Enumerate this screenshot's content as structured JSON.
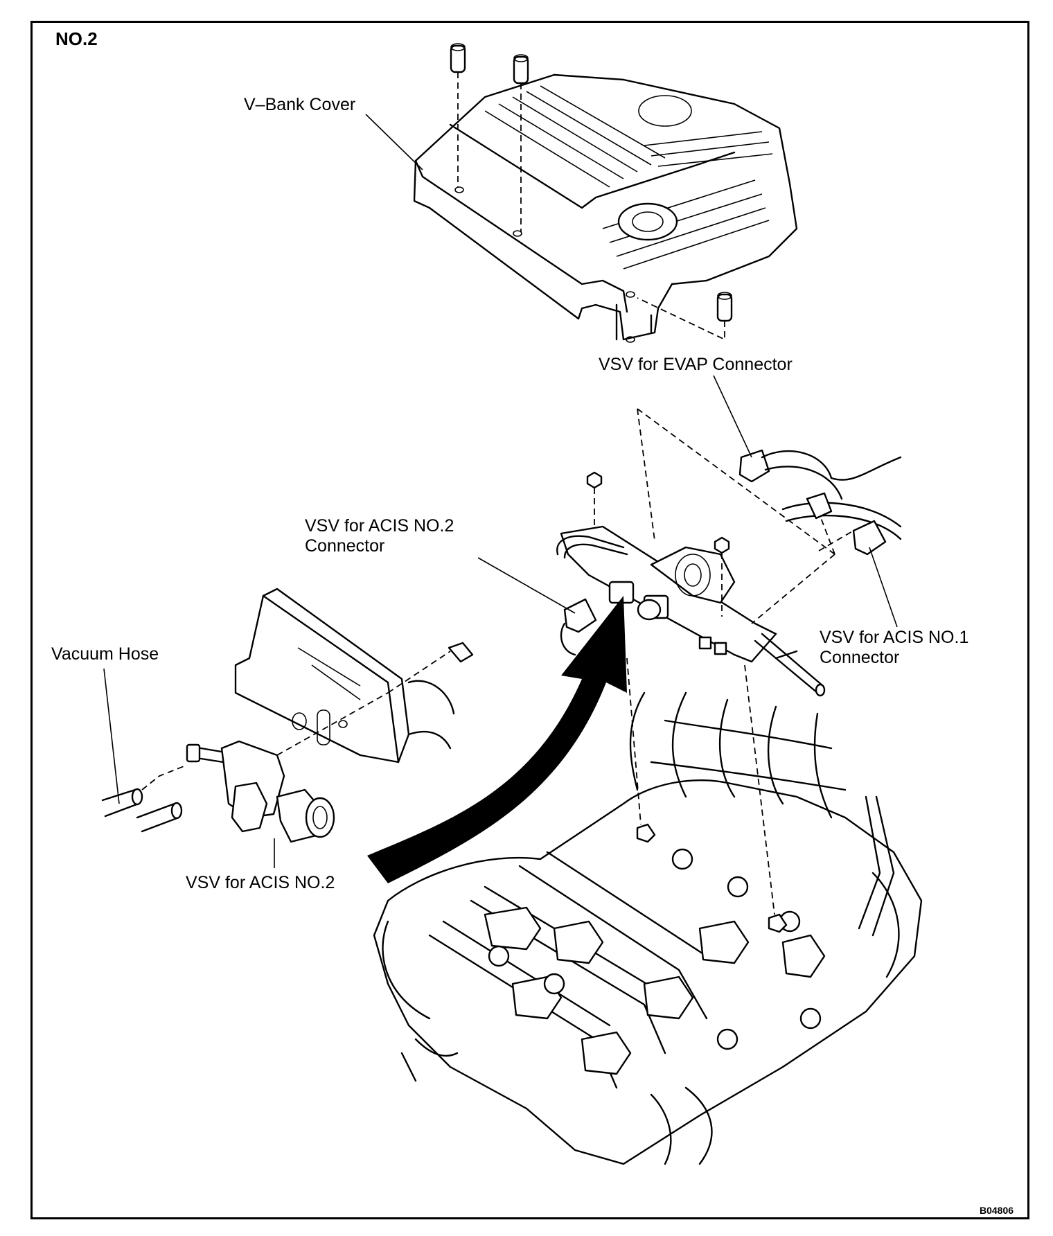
{
  "diagram": {
    "title": "NO.2",
    "figure_code": "B04806",
    "labels": {
      "v_bank_cover": "V–Bank Cover",
      "vsv_evap_connector": "VSV for EVAP Connector",
      "vsv_acis2_connector": "VSV for ACIS NO.2\nConnector",
      "vsv_acis1_connector": "VSV for ACIS NO.1\nConnector",
      "vacuum_hose": "Vacuum Hose",
      "vsv_acis2": "VSV for ACIS NO.2"
    }
  }
}
